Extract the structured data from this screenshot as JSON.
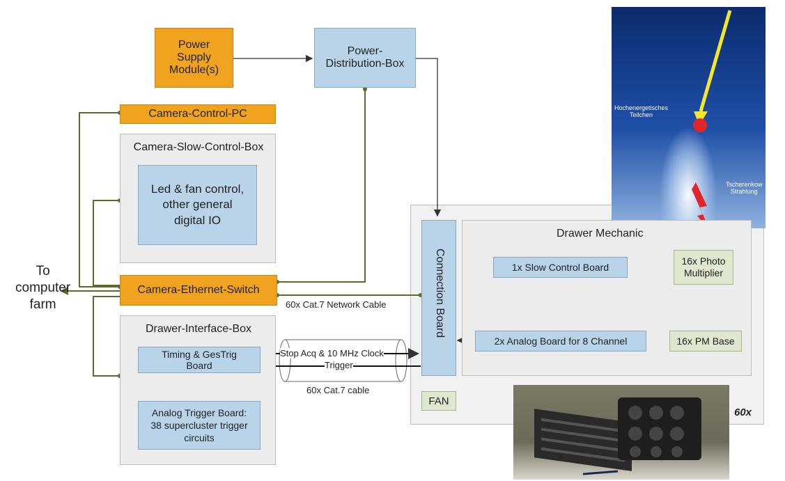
{
  "boxes": {
    "power_supply": "Power\nSupply\nModule(s)",
    "power_distribution": "Power-\nDistribution-Box",
    "camera_control_pc": "Camera-Control-PC",
    "camera_slow_control_box": "Camera-Slow-Control-Box",
    "led_fan_control": "Led & fan control,\nother general\ndigital IO",
    "ethernet_switch": "Camera-Ethernet-Switch",
    "drawer_interface_box": "Drawer-Interface-Box",
    "timing_board": "Timing & GesTrig\nBoard",
    "analog_trigger_board": "Analog Trigger Board:\n38 supercluster trigger\ncircuits",
    "connection_board": "Connection Board",
    "fan": "FAN",
    "drawer_mechanic": "Drawer Mechanic",
    "slow_control_board": "1x Slow Control Board",
    "analog_board": "2x Analog Board for 8 Channel",
    "pm_base": "16x PM Base",
    "photo_multiplier": "16x Photo\nMultiplier"
  },
  "labels": {
    "to_computer_farm": "To\ncomputer\nfarm",
    "network_cable": "60x Cat.7 Network Cable",
    "stop_acq": "Stop Acq & 10 MHz Clock",
    "trigger": "Trigger",
    "cat7_cable": "60x Cat.7 cable",
    "count_60x": "60x",
    "particle": "Hochenergetisches\nTeilchen",
    "cherenkov": "Tscherenkow\nStrahlung"
  },
  "colors": {
    "orange": "#f0a31f",
    "blue": "#b9d3e9",
    "wire_green": "#5c6b2a",
    "sky": "#1f4fa8",
    "arrow_yellow": "#f3e62b",
    "lightning_red": "#e0262a"
  }
}
